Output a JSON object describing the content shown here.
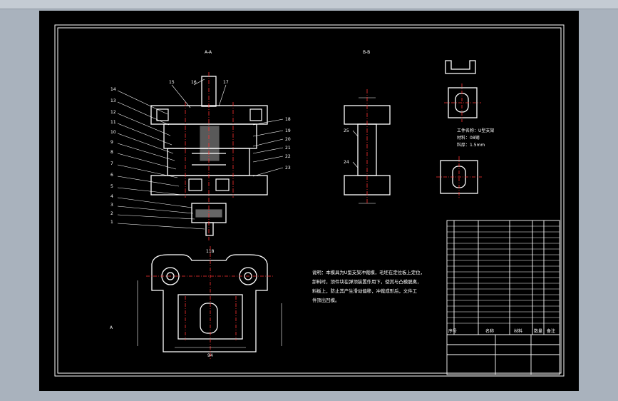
{
  "section_labels": {
    "aa": "A-A",
    "bb": "B-B"
  },
  "part_numbers": {
    "left_side": [
      "14",
      "13",
      "12",
      "11",
      "10",
      "9",
      "8",
      "7",
      "6",
      "5",
      "4",
      "3",
      "2",
      "1"
    ],
    "top": [
      "15",
      "16",
      "17"
    ],
    "right_side": [
      "18",
      "19",
      "20",
      "21",
      "22",
      "23"
    ],
    "bb_view": [
      "25",
      "24"
    ]
  },
  "dimensions": {
    "base_width": "118",
    "bottom_width": "94",
    "view_label": "A"
  },
  "workpiece_info": [
    "工件名称：U型支架",
    "材料：08钢",
    "料厚：1.5mm"
  ],
  "technical_note": [
    "说明：本模具为U型支架冲裁模，毛坯在定位板上定位，",
    "卸料时，顶件块在弹顶装置作用下，使其与凸模脱离，",
    "料板上，防止其产生滑动偏移，冲裁成形后，文件工",
    "件顶出凹模。"
  ],
  "title_block_headers": [
    "序号",
    "名称",
    "材料",
    "数量",
    "备注"
  ]
}
